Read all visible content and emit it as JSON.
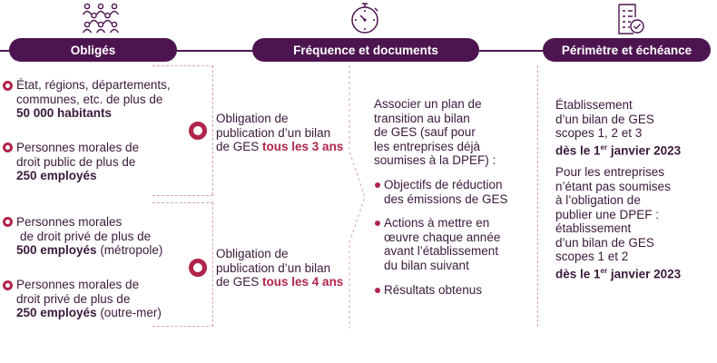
{
  "headers": {
    "obliges": "Obligés",
    "frequence": "Fréquence et documents",
    "perimetre": "Périmètre et échéance"
  },
  "icons": {
    "col1": "people-group-icon",
    "col2": "stopwatch-icon",
    "col3": "checklist-icon"
  },
  "obliges": [
    {
      "l1": "État, régions, départements,",
      "l2": "communes, etc. de plus de",
      "l3": "50 000 habitants"
    },
    {
      "l1": "Personnes morales de",
      "l2": "droit public de plus de",
      "l3": "250 employés"
    },
    {
      "l1": "Personnes morales",
      "l2": "de droit privé de plus de",
      "l3b": "500 employés",
      "l3r": " (métropole)"
    },
    {
      "l1": "Personnes morales de",
      "l2": "droit privé de plus de",
      "l3b": "250 employés",
      "l3r": " (outre-mer)"
    }
  ],
  "frequence": [
    {
      "l1": "Obligation de",
      "l2": "publication d’un bilan",
      "l3a": "de GES ",
      "l3b": "tous les 3 ans"
    },
    {
      "l1": "Obligation de",
      "l2": "publication d’un bilan",
      "l3a": "de GES ",
      "l3b": "tous les 4 ans"
    }
  ],
  "documents": {
    "intro": [
      "Associer un plan de",
      "transition au bilan",
      "de GES  (sauf pour",
      "les entreprises déjà",
      "soumises à la DPEF) :"
    ],
    "bullets": [
      [
        "Objectifs de réduction",
        "des émissions de GES"
      ],
      [
        "Actions à mettre en",
        "œuvre chaque année",
        "avant l’établissement",
        "du bilan suivant"
      ],
      [
        "Résultats obtenus"
      ]
    ]
  },
  "perimetre": {
    "block1": [
      "Établissement",
      "d’un bilan de GES",
      "scopes 1, 2 et 3"
    ],
    "block1_date_pre": "dès le 1",
    "block1_date_sup": "er",
    "block1_date_post": " janvier 2023",
    "block2": [
      "Pour les entreprises",
      "n’étant pas soumises",
      "à l’obligation de",
      "publier une DPEF :",
      "établissement",
      "d’un bilan de GES",
      "scopes 1 et 2"
    ],
    "block2_date_pre": "dès le 1",
    "block2_date_sup": "er",
    "block2_date_post": " janvier 2023"
  },
  "colors": {
    "primary": "#4d1550",
    "accent": "#b0254b",
    "dashed": "#d9a3b5"
  }
}
